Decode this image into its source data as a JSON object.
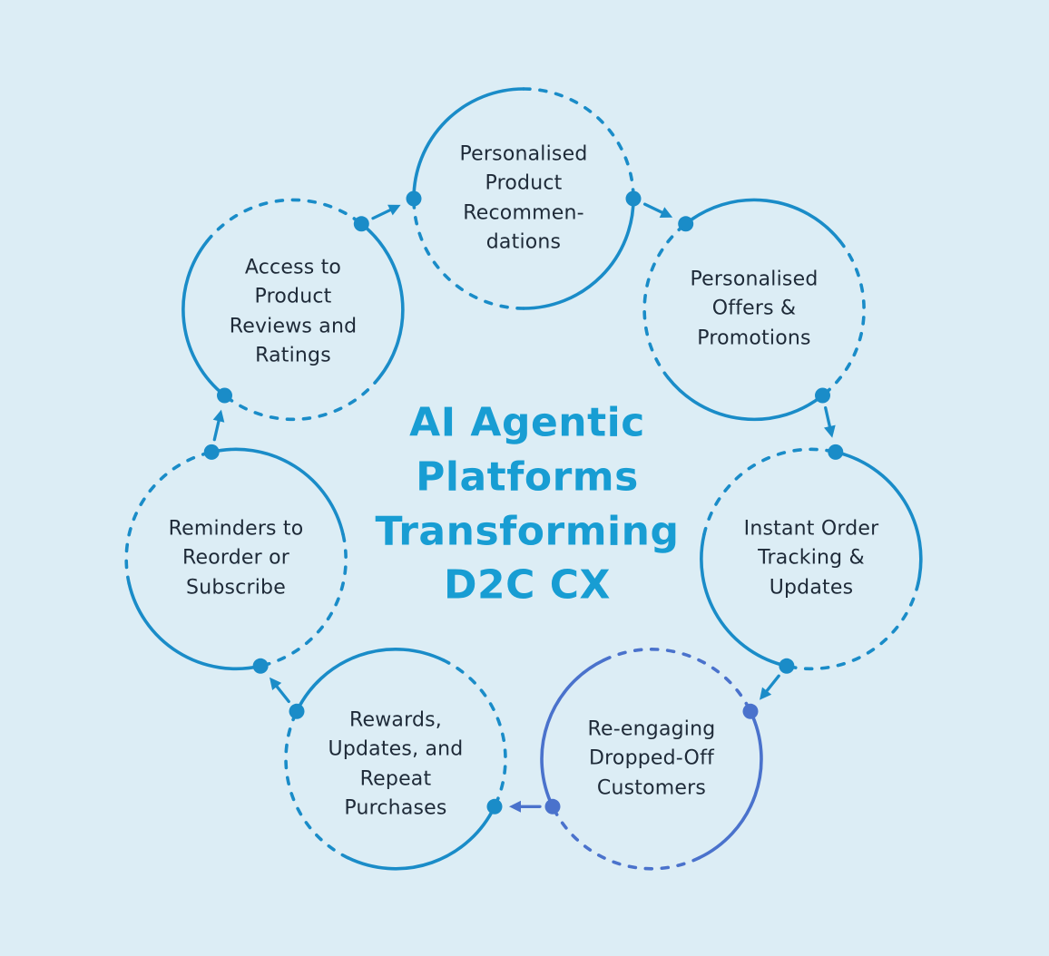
{
  "title": "AI Agentic\nPlatforms\nTransforming\nD2C CX",
  "colors": {
    "background": "#dcedf5",
    "title": "#189dd3",
    "label_text": "#1e2a38",
    "node_stroke_blue": "#1a8cc8",
    "node_stroke_indigo": "#4a72cc"
  },
  "nodes": [
    {
      "id": "personalised-product-recommendations",
      "label": "Personalised\nProduct\nRecommen-\ndations",
      "color": "#1a8cc8"
    },
    {
      "id": "personalised-offers-promotions",
      "label": "Personalised\nOffers &\nPromotions",
      "color": "#1a8cc8"
    },
    {
      "id": "instant-order-tracking-updates",
      "label": "Instant Order\nTracking &\nUpdates",
      "color": "#1a8cc8"
    },
    {
      "id": "re-engaging-dropped-off-customers",
      "label": "Re-engaging\nDropped-Off\nCustomers",
      "color": "#4a72cc"
    },
    {
      "id": "rewards-updates-repeat-purchases",
      "label": "Rewards,\nUpdates, and\nRepeat\nPurchases",
      "color": "#1a8cc8"
    },
    {
      "id": "reminders-reorder-subscribe",
      "label": "Reminders to\nReorder or\nSubscribe",
      "color": "#1a8cc8"
    },
    {
      "id": "access-product-reviews-ratings",
      "label": "Access to\nProduct\nReviews and\nRatings",
      "color": "#1a8cc8"
    }
  ]
}
